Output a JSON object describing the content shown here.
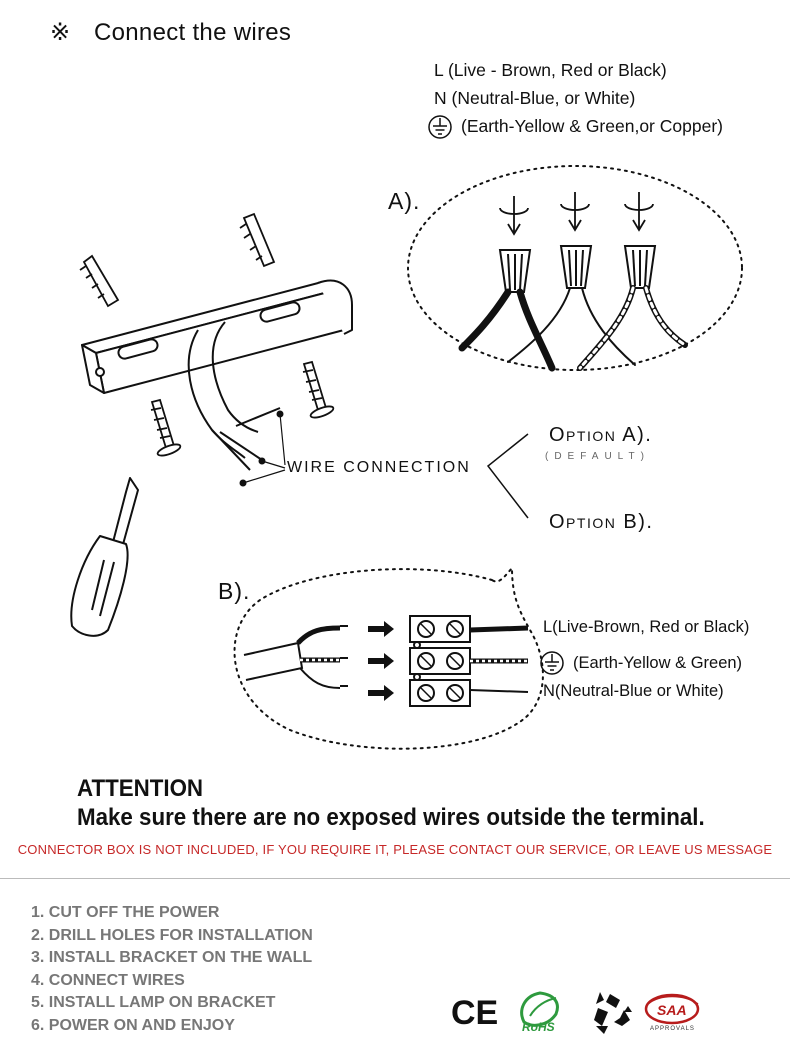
{
  "header": {
    "mark": "※",
    "title": "Connect the wires"
  },
  "legend": {
    "live": "L (Live - Brown, Red or Black)",
    "neutral": "N (Neutral-Blue, or White)",
    "earth": "(Earth-Yellow & Green,or Copper)"
  },
  "option_a_tag": "A).",
  "option_b_tag": "B).",
  "wire_connection": "WIRE CONNECTION",
  "option_a": "Option A).",
  "option_a_default": "(DEFAULT)",
  "option_b": "Option B).",
  "terminal_labels": {
    "live": "L(Live-Brown, Red or Black)",
    "earth": "(Earth-Yellow & Green)",
    "neutral": "N(Neutral-Blue or White)"
  },
  "attention": {
    "title": "ATTENTION",
    "text": "Make sure there are no exposed wires outside the terminal."
  },
  "notice": "CONNECTOR BOX IS NOT INCLUDED, IF YOU REQUIRE IT, PLEASE CONTACT OUR SERVICE, OR LEAVE US MESSAGE",
  "steps": [
    "1. CUT OFF THE POWER",
    "2. DRILL HOLES FOR INSTALLATION",
    "3. INSTALL BRACKET ON THE WALL",
    "4. CONNECT WIRES",
    "5. INSTALL LAMP ON BRACKET",
    "6. POWER ON AND ENJOY"
  ],
  "certifications": {
    "ce": "CE",
    "rohs": "RoHS",
    "saa": "SAA",
    "saa_sub": "APPROVALS"
  },
  "colors": {
    "notice": "#c62828",
    "steps": "#777777",
    "rohs_green": "#2e9a3e",
    "saa_red": "#b71c1c"
  }
}
